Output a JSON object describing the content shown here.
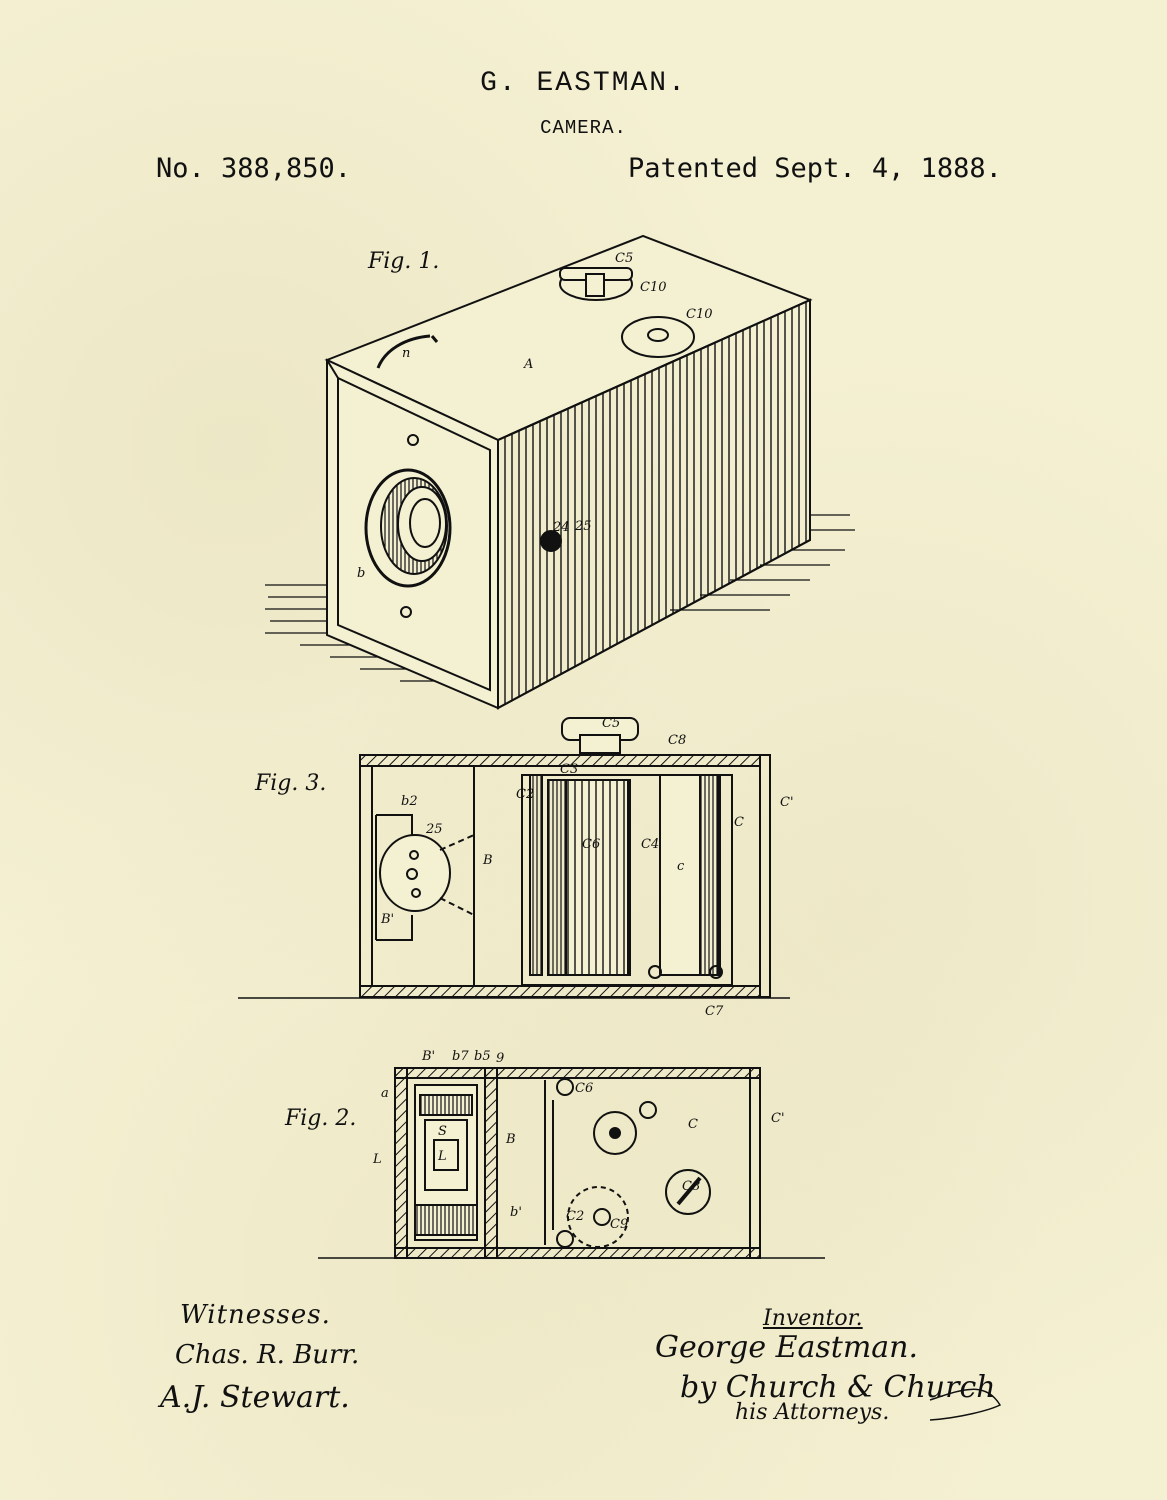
{
  "header": {
    "inventor": "G. EASTMAN.",
    "invention": "CAMERA.",
    "patent_number": "No. 388,850.",
    "patent_date": "Patented Sept. 4, 1888."
  },
  "figures": {
    "fig1_label": "Fig. 1.",
    "fig2_label": "Fig. 2.",
    "fig3_label": "Fig. 3."
  },
  "references": {
    "fig1": [
      "C5",
      "C10",
      "C10",
      "A",
      "n",
      "b",
      "24",
      "25"
    ],
    "fig3": [
      "C5",
      "C8",
      "C3",
      "C2",
      "C6",
      "C4",
      "C",
      "C'",
      "C7",
      "b2",
      "25",
      "B",
      "B'",
      "c"
    ],
    "fig2": [
      "B'",
      "b7",
      "b5",
      "9",
      "a",
      "L",
      "S",
      "L",
      "B",
      "b'",
      "C6",
      "C",
      "C'",
      "C8",
      "C9",
      "C2"
    ]
  },
  "signatures": {
    "witnesses_label": "Witnesses.",
    "witness_1": "Chas. R. Burr.",
    "witness_2": "A.J. Stewart.",
    "inventor_label": "Inventor.",
    "inventor_name": "George Eastman.",
    "attorneys": "by Church & Church",
    "attorneys_label": "his Attorneys."
  }
}
